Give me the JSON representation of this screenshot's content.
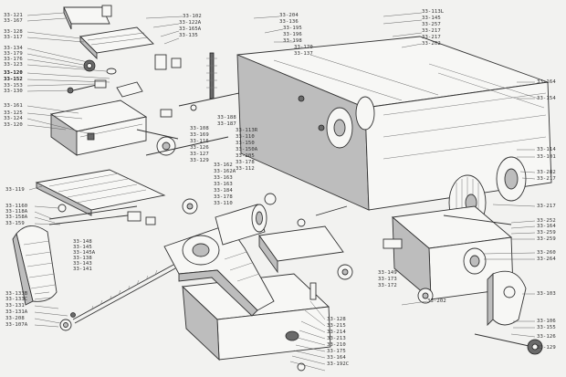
{
  "callouts": [
    {
      "id": "l1",
      "text": "33-121",
      "side": "left"
    },
    {
      "id": "l2",
      "text": "33-167",
      "side": "left"
    },
    {
      "id": "l3",
      "text": "33-128",
      "side": "left"
    },
    {
      "id": "l4",
      "text": "33-117",
      "side": "left"
    },
    {
      "id": "l5",
      "text": "33-134",
      "side": "left"
    },
    {
      "id": "l6",
      "text": "33-179",
      "side": "left"
    },
    {
      "id": "l7",
      "text": "33-176",
      "side": "left"
    },
    {
      "id": "l8",
      "text": "33-123",
      "side": "left"
    },
    {
      "id": "l9",
      "text": "33-120",
      "side": "left",
      "bold": true
    },
    {
      "id": "l10",
      "text": "33-152",
      "side": "left",
      "bold": true
    },
    {
      "id": "l11",
      "text": "33-153",
      "side": "left"
    },
    {
      "id": "l12",
      "text": "33-130",
      "side": "left"
    },
    {
      "id": "l13",
      "text": "33-161",
      "side": "left"
    },
    {
      "id": "l14",
      "text": "33-125",
      "side": "left"
    },
    {
      "id": "l15",
      "text": "33-124",
      "side": "left"
    },
    {
      "id": "l16",
      "text": "33-120",
      "side": "left"
    },
    {
      "id": "l17",
      "text": "33-119",
      "side": "left"
    },
    {
      "id": "l18",
      "text": "33-1160",
      "side": "left"
    },
    {
      "id": "l19",
      "text": "33-118A",
      "side": "left"
    },
    {
      "id": "l20",
      "text": "33-158A",
      "side": "left"
    },
    {
      "id": "l21",
      "text": "33-159",
      "side": "left"
    },
    {
      "id": "l22",
      "text": "33-133B",
      "side": "left"
    },
    {
      "id": "l23",
      "text": "33-133C",
      "side": "left"
    },
    {
      "id": "l24",
      "text": "33-131",
      "side": "left"
    },
    {
      "id": "l25",
      "text": "33-131A",
      "side": "left"
    },
    {
      "id": "l26",
      "text": "33-208",
      "side": "left"
    },
    {
      "id": "l27",
      "text": "33-107A",
      "side": "left"
    },
    {
      "id": "m1",
      "text": "33-102",
      "side": "top"
    },
    {
      "id": "m2",
      "text": "33-122A",
      "side": "top"
    },
    {
      "id": "m3",
      "text": "33-165A",
      "side": "top"
    },
    {
      "id": "m4",
      "text": "33-135",
      "side": "top"
    },
    {
      "id": "m5",
      "text": "33-204",
      "side": "top"
    },
    {
      "id": "m6",
      "text": "33-136",
      "side": "top"
    },
    {
      "id": "m7",
      "text": "33-195",
      "side": "top"
    },
    {
      "id": "m8",
      "text": "33-196",
      "side": "top"
    },
    {
      "id": "m9",
      "text": "33-198",
      "side": "top"
    },
    {
      "id": "m10",
      "text": "33-170",
      "side": "top"
    },
    {
      "id": "m11",
      "text": "33-137",
      "side": "top"
    },
    {
      "id": "m12",
      "text": "33-113L",
      "side": "top"
    },
    {
      "id": "m13",
      "text": "33-145",
      "side": "top"
    },
    {
      "id": "m14",
      "text": "33-257",
      "side": "top"
    },
    {
      "id": "m15",
      "text": "33-217",
      "side": "top"
    },
    {
      "id": "m16",
      "text": "33-217",
      "side": "top"
    },
    {
      "id": "m17",
      "text": "33-202",
      "side": "top"
    },
    {
      "id": "c1",
      "text": "33-188",
      "side": "center"
    },
    {
      "id": "c2",
      "text": "33-187",
      "side": "center"
    },
    {
      "id": "c3",
      "text": "33-113R",
      "side": "center"
    },
    {
      "id": "c4",
      "text": "33-110",
      "side": "center"
    },
    {
      "id": "c5",
      "text": "33-108",
      "side": "center"
    },
    {
      "id": "c6",
      "text": "33-169",
      "side": "center"
    },
    {
      "id": "c7",
      "text": "33-116",
      "side": "center"
    },
    {
      "id": "c8",
      "text": "33-126",
      "side": "center"
    },
    {
      "id": "c9",
      "text": "33-127",
      "side": "center"
    },
    {
      "id": "c10",
      "text": "33-129",
      "side": "center"
    },
    {
      "id": "c11",
      "text": "33-150",
      "side": "center"
    },
    {
      "id": "c12",
      "text": "33-150A",
      "side": "center"
    },
    {
      "id": "c13",
      "text": "33-205",
      "side": "center"
    },
    {
      "id": "c14",
      "text": "33-178",
      "side": "center"
    },
    {
      "id": "c15",
      "text": "33-112",
      "side": "center"
    },
    {
      "id": "c16",
      "text": "33-162",
      "side": "center"
    },
    {
      "id": "c17",
      "text": "33-162A",
      "side": "center"
    },
    {
      "id": "c18",
      "text": "33-163",
      "side": "center"
    },
    {
      "id": "c19",
      "text": "33-163",
      "side": "center"
    },
    {
      "id": "c20",
      "text": "33-184",
      "side": "center"
    },
    {
      "id": "c21",
      "text": "33-178",
      "side": "center"
    },
    {
      "id": "c22",
      "text": "33-110",
      "side": "center"
    },
    {
      "id": "c23",
      "text": "33-148",
      "side": "center"
    },
    {
      "id": "c24",
      "text": "33-145",
      "side": "center"
    },
    {
      "id": "c25",
      "text": "33-145A",
      "side": "center"
    },
    {
      "id": "c26",
      "text": "33-138",
      "side": "center"
    },
    {
      "id": "c27",
      "text": "33-143",
      "side": "center"
    },
    {
      "id": "c28",
      "text": "33-141",
      "side": "center"
    },
    {
      "id": "c29",
      "text": "33-149",
      "side": "center"
    },
    {
      "id": "c30",
      "text": "33-173",
      "side": "center"
    },
    {
      "id": "c31",
      "text": "33-172",
      "side": "center"
    },
    {
      "id": "b1",
      "text": "33-202",
      "side": "bottom"
    },
    {
      "id": "b2",
      "text": "33-128",
      "side": "bottom"
    },
    {
      "id": "b3",
      "text": "33-215",
      "side": "bottom"
    },
    {
      "id": "b4",
      "text": "33-214",
      "side": "bottom"
    },
    {
      "id": "b5",
      "text": "33-213",
      "side": "bottom"
    },
    {
      "id": "b6",
      "text": "33-210",
      "side": "bottom"
    },
    {
      "id": "b7",
      "text": "33-175",
      "side": "bottom"
    },
    {
      "id": "b8",
      "text": "33-164",
      "side": "bottom"
    },
    {
      "id": "b9",
      "text": "33-192C",
      "side": "bottom"
    },
    {
      "id": "r1",
      "text": "33-164",
      "side": "right"
    },
    {
      "id": "r2",
      "text": "33-154",
      "side": "right"
    },
    {
      "id": "r3",
      "text": "33-114",
      "side": "right"
    },
    {
      "id": "r4",
      "text": "33-101",
      "side": "right"
    },
    {
      "id": "r5",
      "text": "33-282",
      "side": "right"
    },
    {
      "id": "r6",
      "text": "33-217",
      "side": "right"
    },
    {
      "id": "r7",
      "text": "33-217",
      "side": "right"
    },
    {
      "id": "r8",
      "text": "33-252",
      "side": "right"
    },
    {
      "id": "r9",
      "text": "33-164",
      "side": "right"
    },
    {
      "id": "r10",
      "text": "33-259",
      "side": "right"
    },
    {
      "id": "r11",
      "text": "33-259",
      "side": "right"
    },
    {
      "id": "r12",
      "text": "33-260",
      "side": "right"
    },
    {
      "id": "r13",
      "text": "33-264",
      "side": "right"
    },
    {
      "id": "r14",
      "text": "33-103",
      "side": "right"
    },
    {
      "id": "r15",
      "text": "33-106",
      "side": "right"
    },
    {
      "id": "r16",
      "text": "33-155",
      "side": "right"
    },
    {
      "id": "r17",
      "text": "33-126",
      "side": "right"
    },
    {
      "id": "r18",
      "text": "33-129",
      "side": "right"
    }
  ]
}
